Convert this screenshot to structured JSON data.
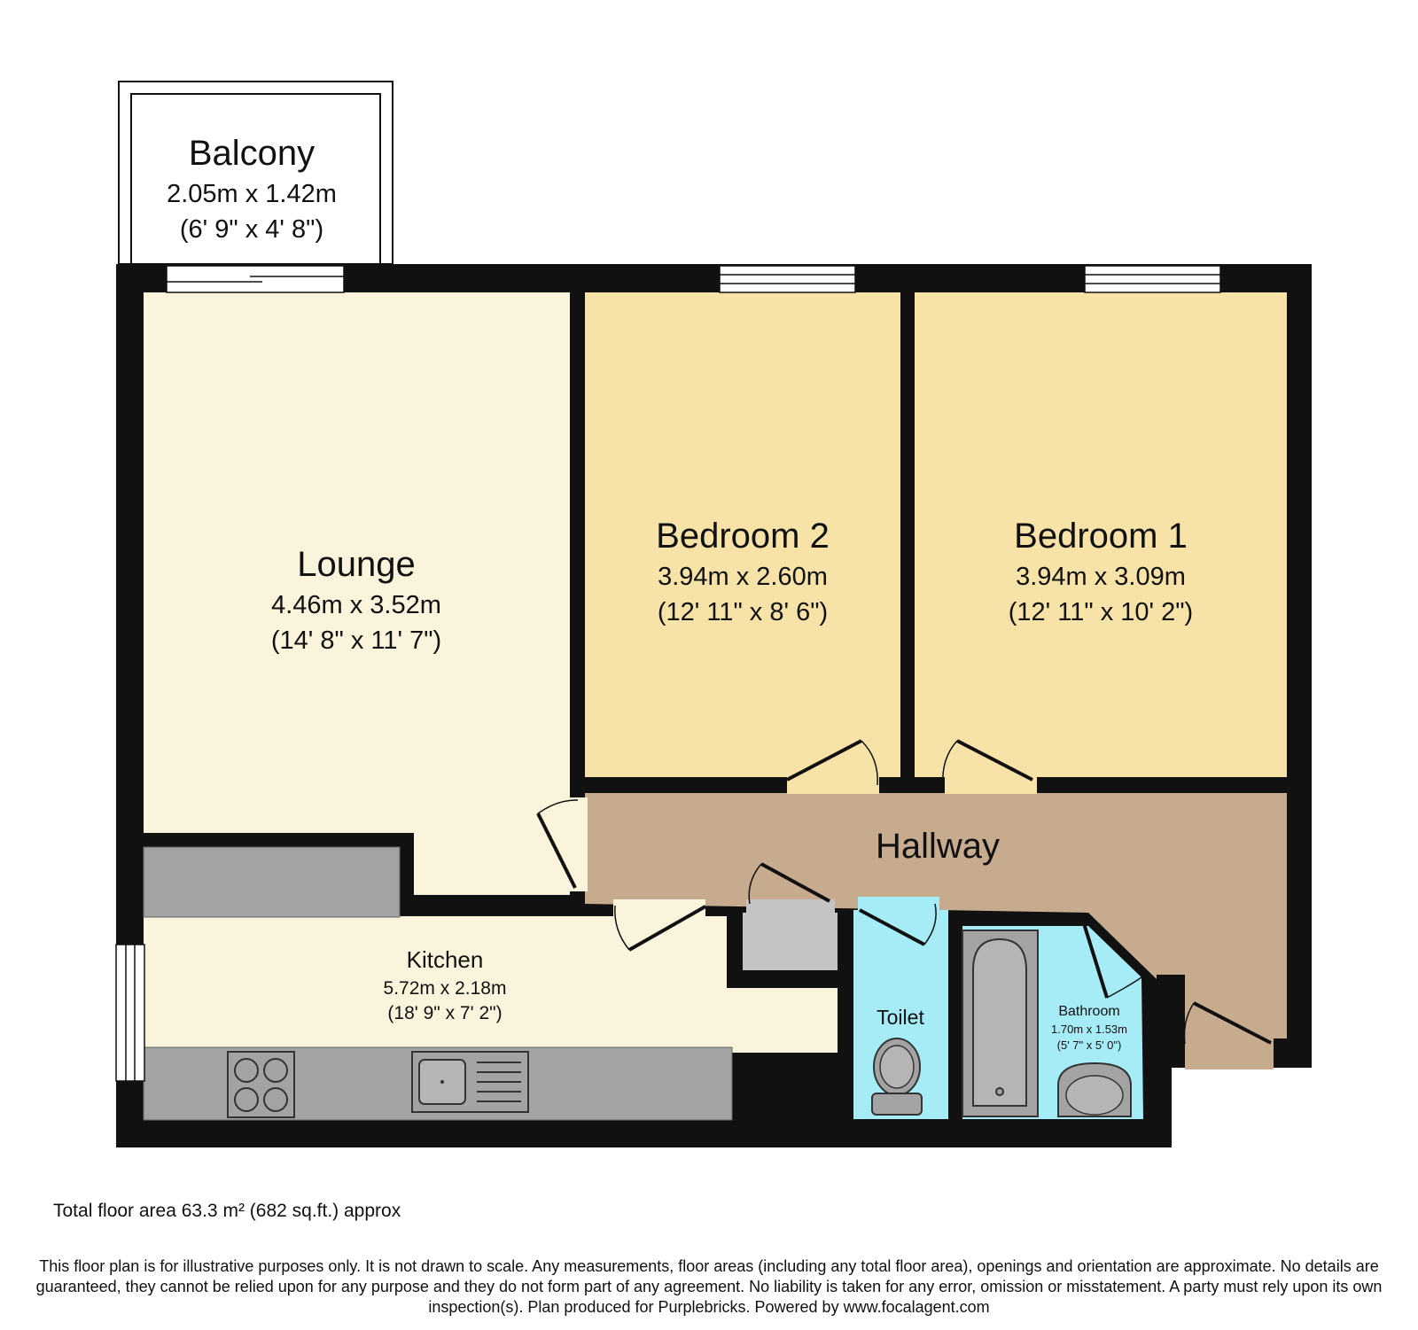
{
  "rooms": {
    "balcony": {
      "name": "Balcony",
      "metric": "2.05m x 1.42m",
      "imperial": "(6' 9\" x 4' 8\")"
    },
    "lounge": {
      "name": "Lounge",
      "metric": "4.46m x 3.52m",
      "imperial": "(14' 8\" x 11' 7\")"
    },
    "bedroom2": {
      "name": "Bedroom 2",
      "metric": "3.94m x 2.60m",
      "imperial": "(12' 11\" x 8' 6\")"
    },
    "bedroom1": {
      "name": "Bedroom 1",
      "metric": "3.94m x 3.09m",
      "imperial": "(12' 11\" x 10' 2\")"
    },
    "hallway": {
      "name": "Hallway"
    },
    "kitchen": {
      "name": "Kitchen",
      "metric": "5.72m x 2.18m",
      "imperial": "(18' 9\" x 7' 2\")"
    },
    "toilet": {
      "name": "Toilet"
    },
    "bathroom": {
      "name": "Bathroom",
      "metric": "1.70m x 1.53m",
      "imperial": "(5' 7\" x 5' 0\")"
    }
  },
  "colors": {
    "wall": "#111111",
    "lounge": "#faf4dc",
    "bedroom": "#f7e3a8",
    "hallway": "#c7ab8e",
    "wet_room": "#a6ecf7",
    "fixture": "#a3a3a3"
  },
  "footer": {
    "total_area": "Total floor area 63.3 m² (682 sq.ft.) approx",
    "disclaimer": "This floor plan is for illustrative purposes only. It is not drawn to scale. Any measurements, floor areas (including any total floor area), openings and orientation are approximate. No details are guaranteed, they cannot be relied upon for any purpose and they do not form part of any agreement. No liability is taken for any error, omission or misstatement. A party must rely upon its own inspection(s). Plan produced for Purplebricks. Powered by www.focalagent.com"
  }
}
